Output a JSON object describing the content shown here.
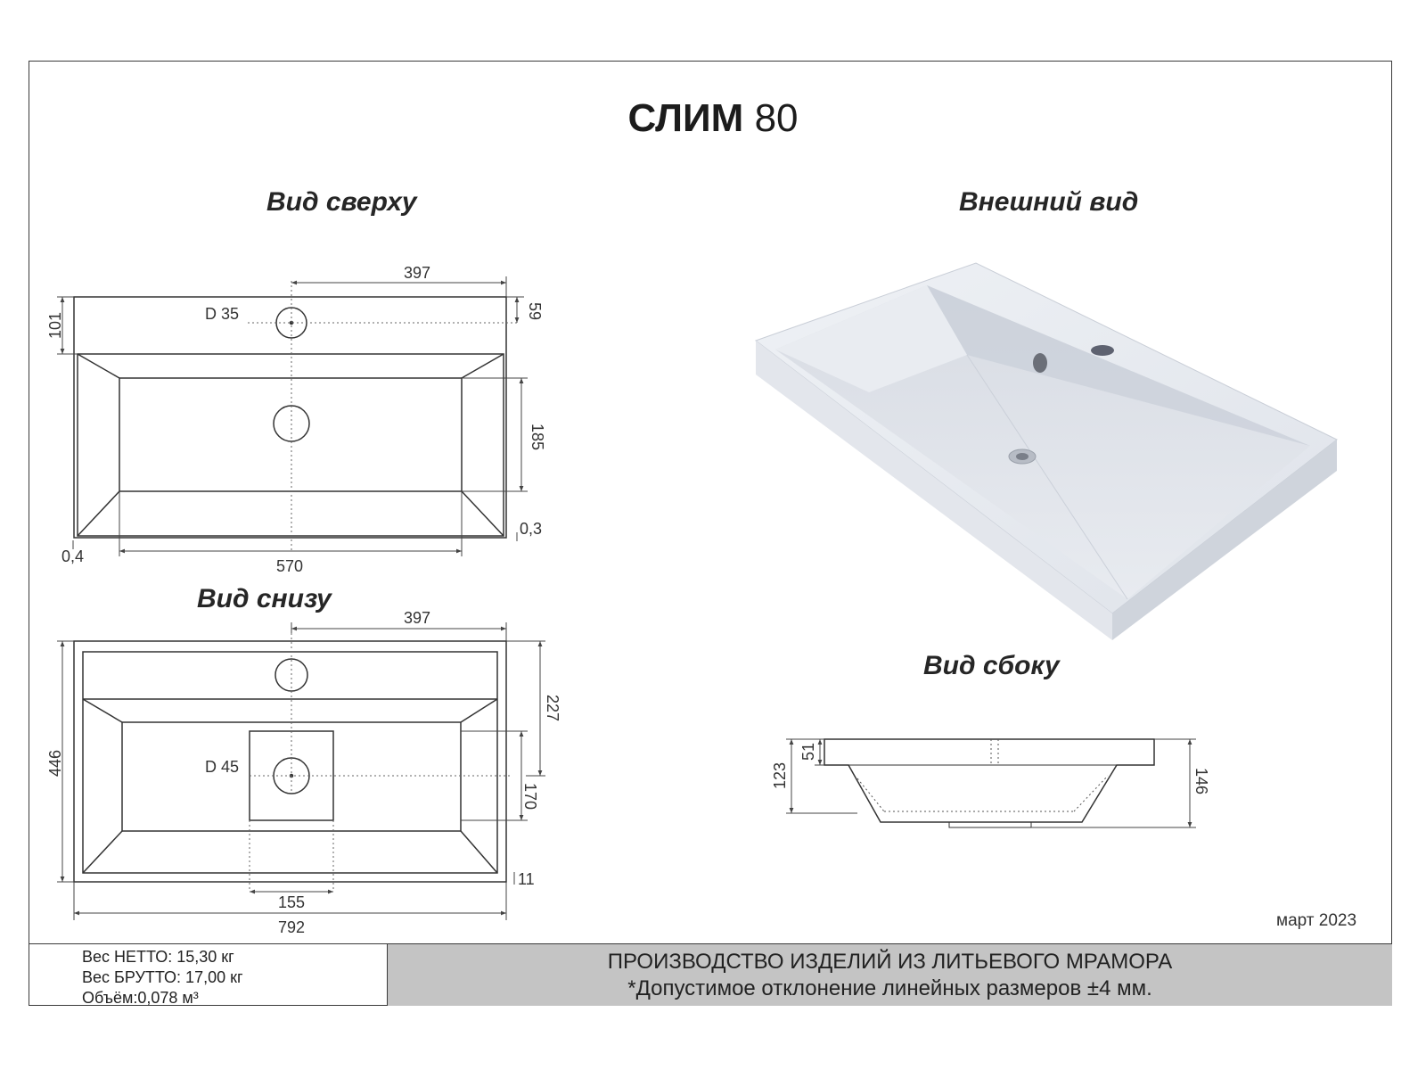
{
  "header": {
    "title_bold": "СЛИМ",
    "title_model": "80"
  },
  "views": {
    "top_view_heading": "Вид сверху",
    "bottom_view_heading": "Вид снизу",
    "external_view_heading": "Внешний вид",
    "side_view_heading": "Вид сбоку"
  },
  "top_view": {
    "dim_top": "397",
    "dim_left": "101",
    "dim_right_small": "59",
    "hole_label": "D 35",
    "dim_right": "185",
    "dim_offset_right": "0,3",
    "dim_offset_left": "0,4",
    "dim_bottom": "570"
  },
  "bottom_view": {
    "dim_top": "397",
    "dim_left": "446",
    "dim_right_upper": "227",
    "hole_label": "D 45",
    "dim_right_lower": "170",
    "dim_offset_right": "11",
    "dim_bottom_small": "155",
    "dim_bottom_total": "792"
  },
  "side_view": {
    "dim_left_total": "123",
    "dim_left_rim": "51",
    "dim_right": "146"
  },
  "footer": {
    "date": "март 2023",
    "net_weight": "Вес НЕТТО: 15,30 кг",
    "gross_weight": "Вес БРУТТО: 17,00 кг",
    "volume": "Объём:0,078 м³",
    "company_line": "ПРОИЗВОДСТВО ИЗДЕЛИЙ ИЗ ЛИТЬЕВОГО МРАМОРА",
    "tolerance_note": "*Допустимое отклонение линейных размеров ±4 мм."
  }
}
